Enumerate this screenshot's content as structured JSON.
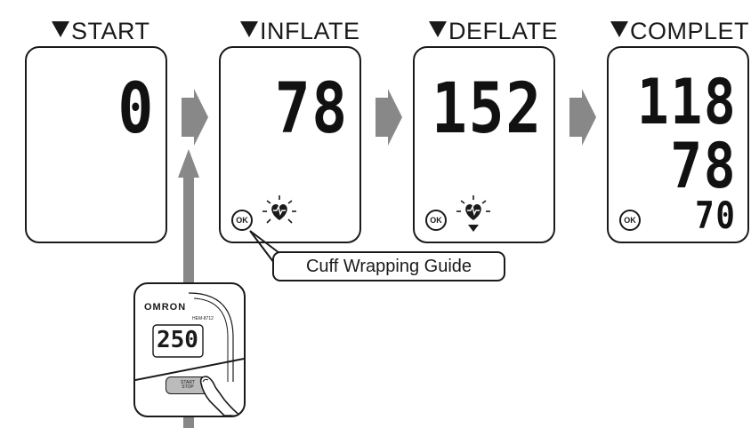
{
  "stages": [
    {
      "title": "START",
      "reading": "0"
    },
    {
      "title": "INFLATE",
      "reading": "78",
      "ok_label": "OK"
    },
    {
      "title": "DEFLATE",
      "reading": "152",
      "ok_label": "OK"
    },
    {
      "title": "COMPLETE",
      "systolic": "118",
      "diastolic": "78",
      "pulse": "70",
      "ok_label": "OK"
    }
  ],
  "callout": "Cuff Wrapping Guide",
  "device": {
    "brand": "OMRON",
    "model": "HEM-8712",
    "display": "250",
    "button_line1": "START",
    "button_line2": "STOP"
  },
  "colors": {
    "line": "#1a1a1a",
    "arrow": "#888888"
  }
}
